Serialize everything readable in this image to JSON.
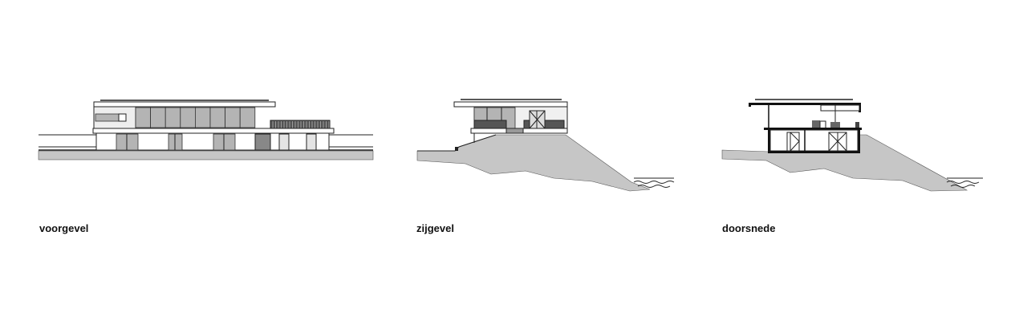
{
  "drawings": [
    {
      "id": "voorgevel",
      "label": "voorgevel"
    },
    {
      "id": "zijgevel",
      "label": "zijgevel"
    },
    {
      "id": "doorsnede",
      "label": "doorsnede"
    }
  ],
  "colors": {
    "ground": "#c6c6c6",
    "glass": "#b4b4b4",
    "line": "#222222"
  }
}
